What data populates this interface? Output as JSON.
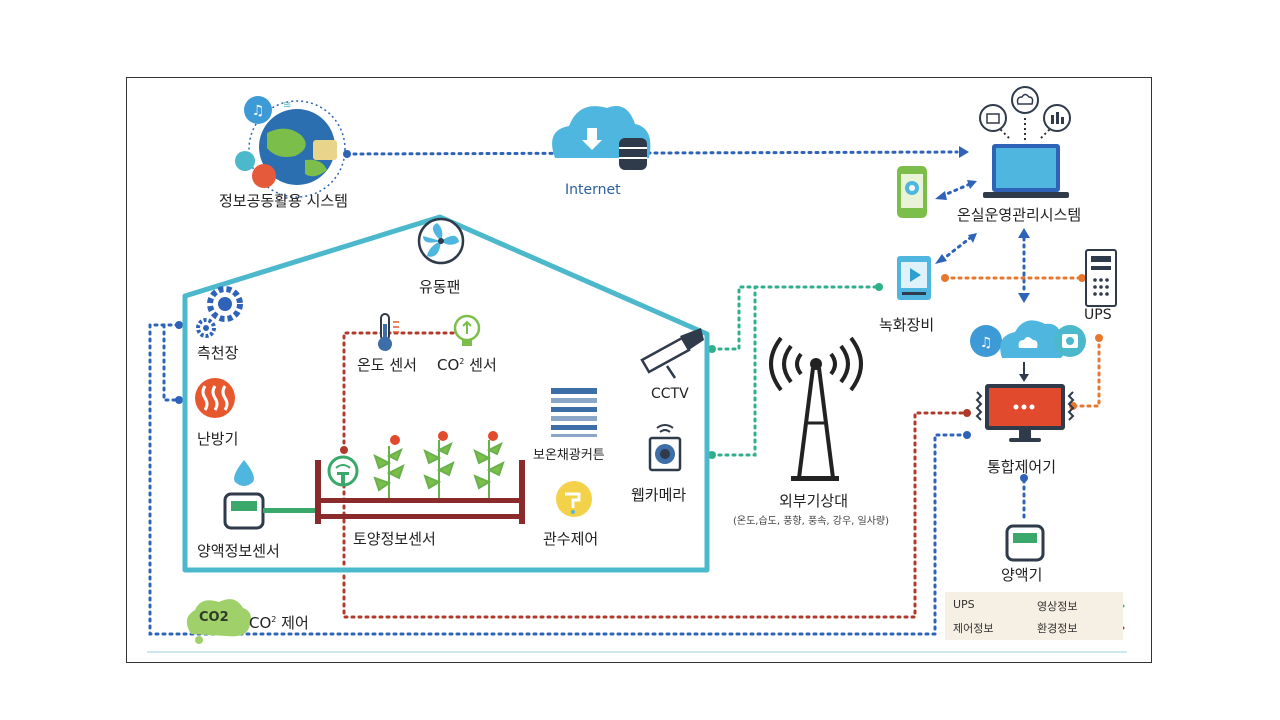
{
  "nodes": {
    "info_system": "정보공동활용 시스템",
    "internet": "Internet",
    "mgmt_system": "온실운영관리시스템",
    "recorder": "녹화장비",
    "ups": "UPS",
    "controller": "통합제어기",
    "nutrient_dispenser": "양액기",
    "weather_station": "외부기상대",
    "weather_items": "(온도,습도, 풍향, 풍속, 강우, 일사량)",
    "cctv": "CCTV",
    "webcam": "웹카메라",
    "fan": "유동팬",
    "vent": "측천장",
    "heater": "난방기",
    "temp_sensor": "온도 센서",
    "co2_sensor_prefix": "CO",
    "co2_sensor_sup": "2",
    "co2_sensor_suffix": " 센서",
    "curtain": "보온채광커튼",
    "irrigation": "관수제어",
    "soil_sensor": "토양정보센서",
    "nutrient_sensor": "양액정보센서",
    "co2_badge": "CO2",
    "co2_control_prefix": "CO",
    "co2_control_sup": "2",
    "co2_control_suffix": " 제어"
  },
  "legend": {
    "ups": "UPS",
    "video": "영상정보",
    "control": "제어정보",
    "environment": "환경정보"
  },
  "colors": {
    "house_outline": "#4bb8cc",
    "ups_line": "#e8772e",
    "video_line": "#2fb08a",
    "control_line": "#2e63b8",
    "env_line": "#b0392c",
    "bed": "#8b2a2a",
    "legend_bg": "#f6efe3"
  }
}
